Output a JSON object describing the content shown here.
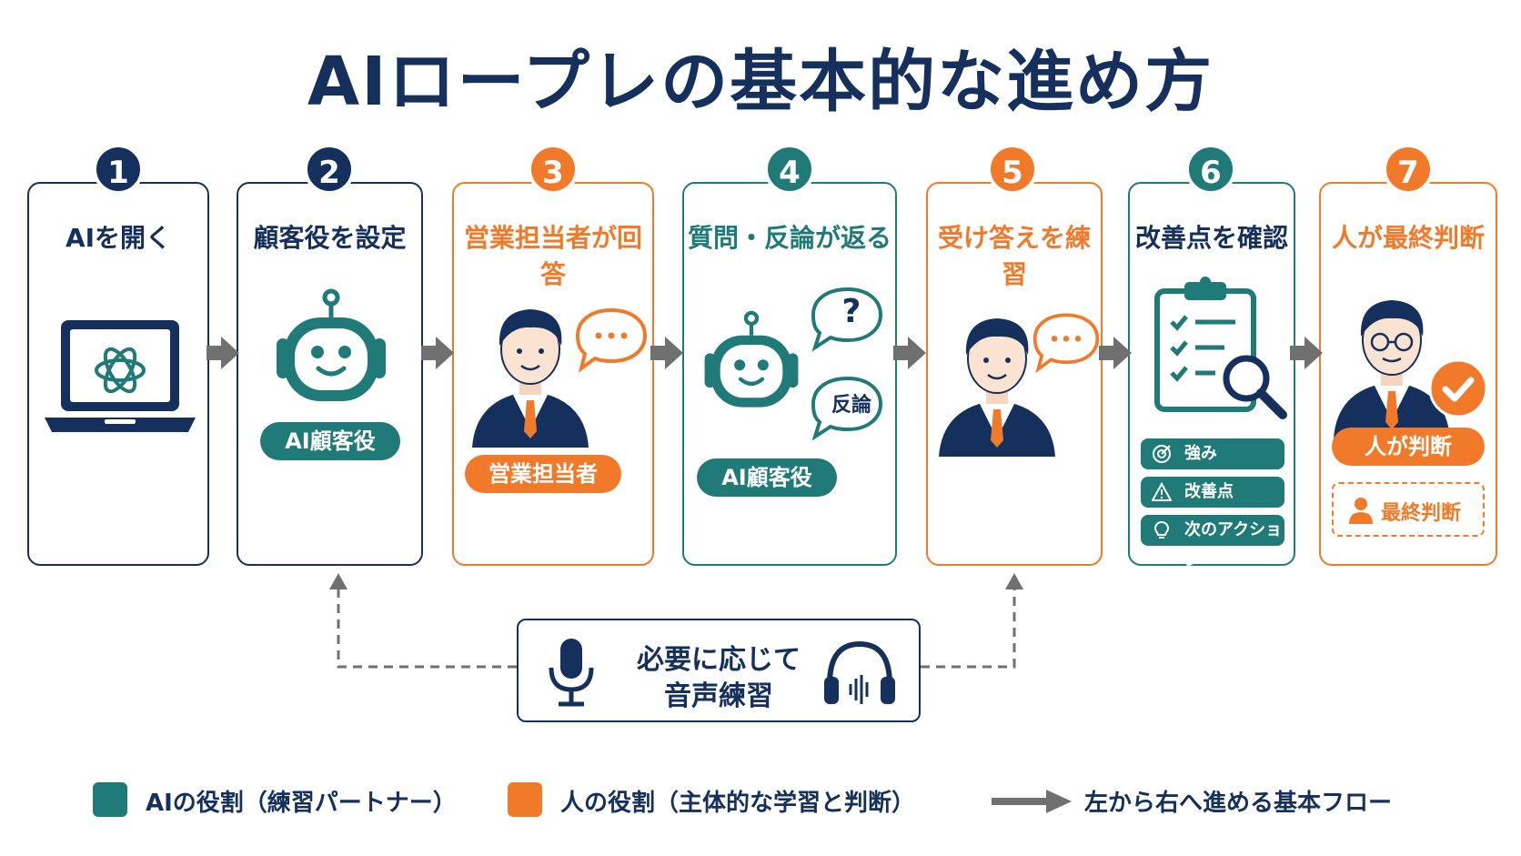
{
  "title": "AIロープレの基本的な進め方",
  "steps": [
    {
      "number": "1",
      "title": "AIを開く"
    },
    {
      "number": "2",
      "title": "顧客役を設定",
      "pill": "AI顧客役"
    },
    {
      "number": "3",
      "title": "営業担当者が回答",
      "pill": "営業担当者"
    },
    {
      "number": "4",
      "title": "質問・反論が返る",
      "pill": "AI顧客役",
      "bubble_question": "?",
      "bubble_rebuttal": "反論"
    },
    {
      "number": "5",
      "title": "受け答えを練習"
    },
    {
      "number": "6",
      "title": "改善点を確認",
      "items": [
        "強み",
        "改善点",
        "次のアクション"
      ]
    },
    {
      "number": "7",
      "title": "人が最終判断",
      "pill": "人が判断",
      "final_label": "最終判断"
    }
  ],
  "voice": {
    "line1": "必要に応じて",
    "line2": "音声練習"
  },
  "legend": {
    "ai_label": "AIの役割（練習パートナー）",
    "human_label": "人の役割（主体的な学習と判断）",
    "flow_label": "左から右へ進める基本フロー"
  },
  "colors": {
    "navy": "#15305c",
    "teal": "#1f7a78",
    "orange": "#f07a2a",
    "gray": "#707070"
  },
  "icons": [
    "laptop-icon",
    "openai-logo-icon",
    "robot-icon",
    "businessman-icon",
    "speech-bubble-icon",
    "clipboard-checklist-icon",
    "magnifier-icon",
    "check-circle-icon",
    "microphone-icon",
    "headphones-icon",
    "target-icon",
    "warning-icon",
    "lightbulb-icon",
    "person-icon"
  ]
}
